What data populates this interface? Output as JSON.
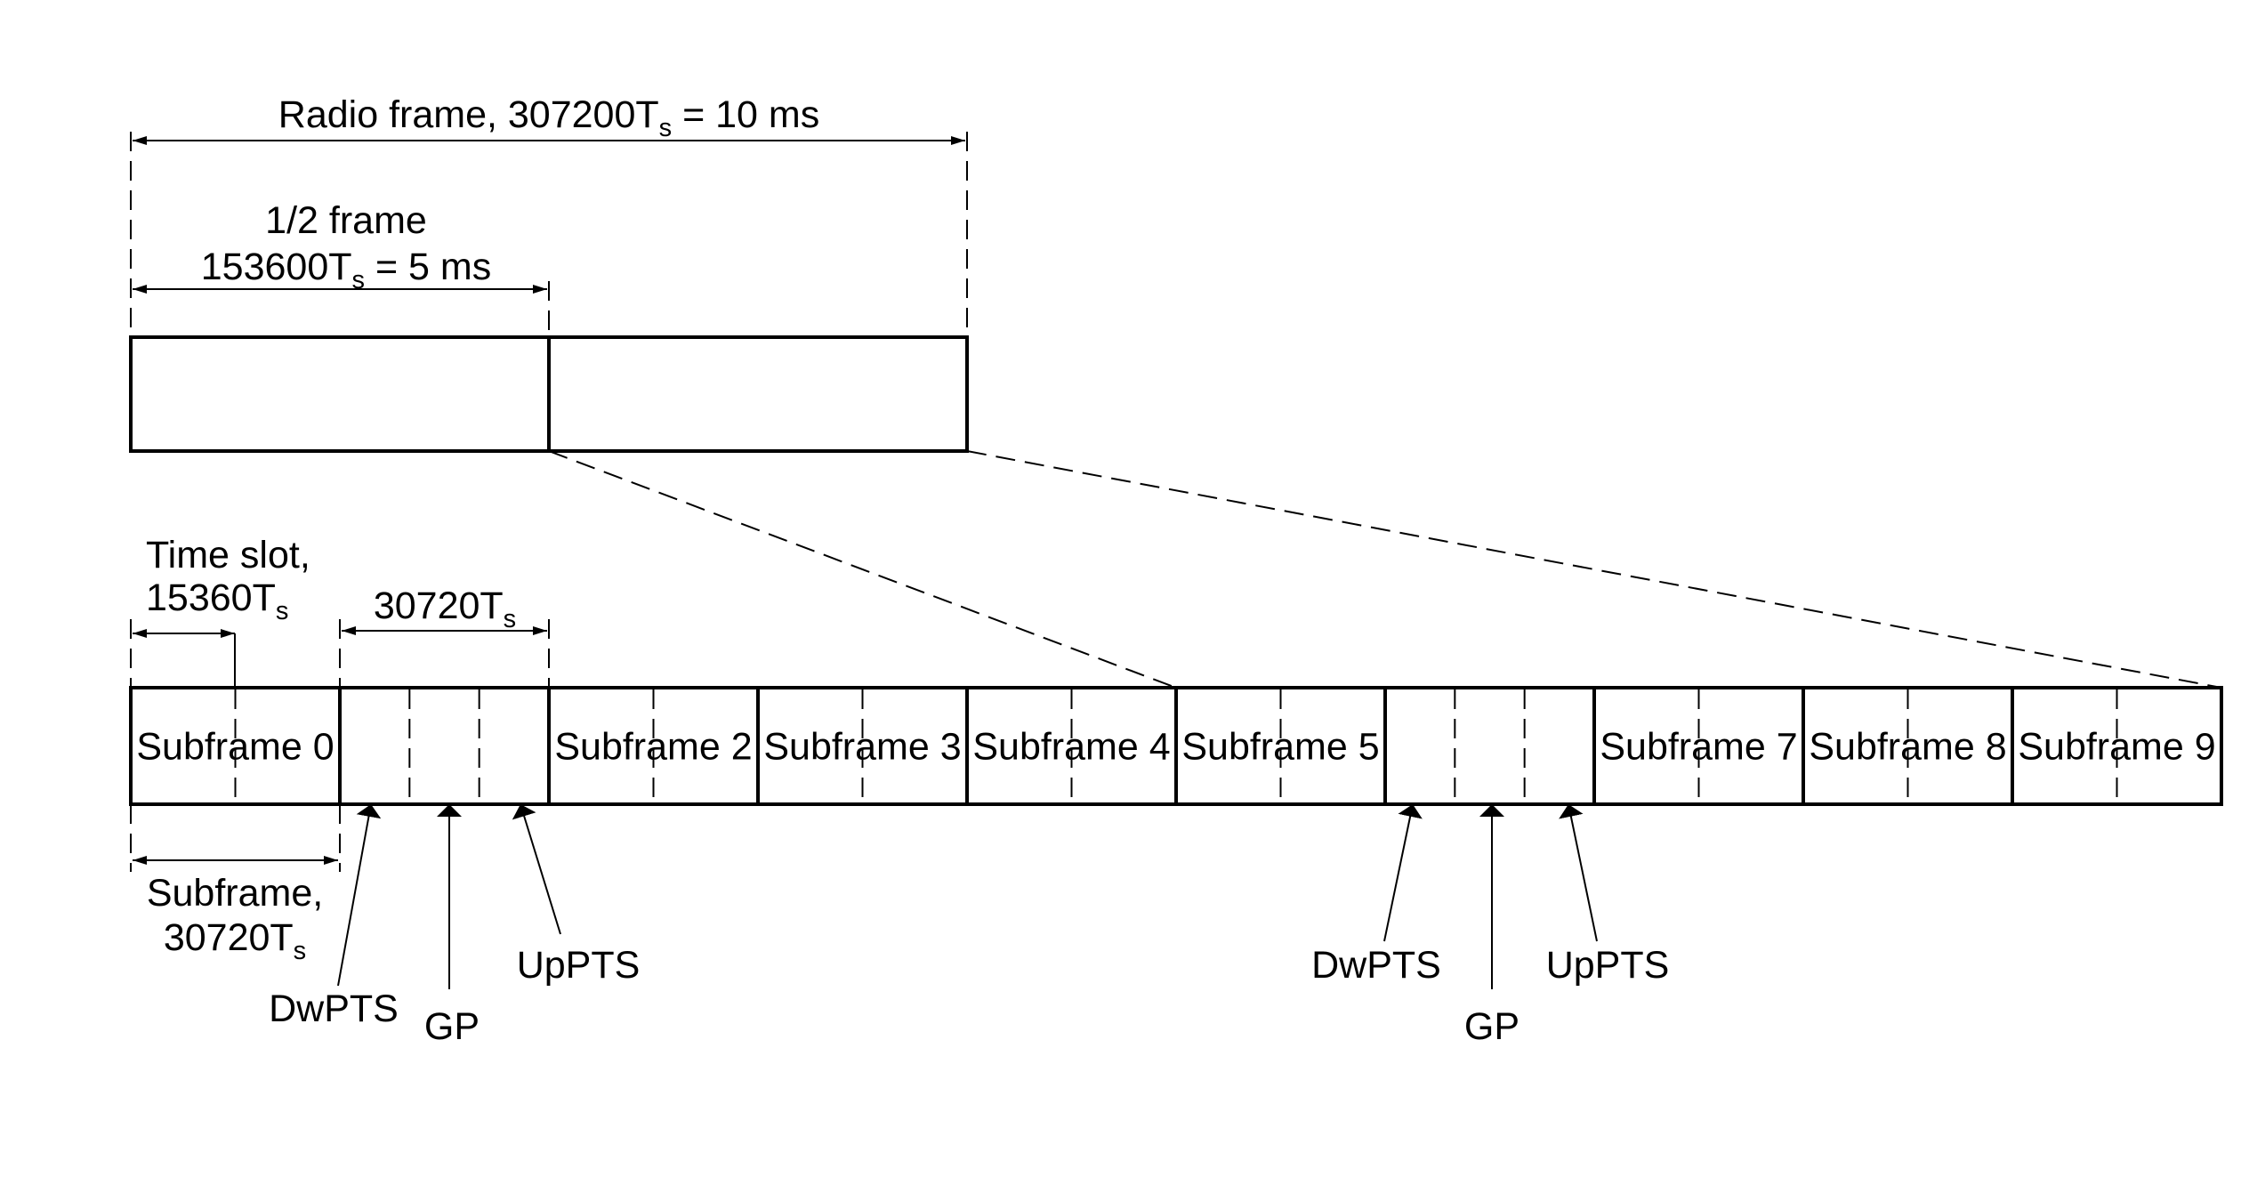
{
  "labels": {
    "radio_frame": "Radio frame, 307200T",
    "radio_frame_sub": "s",
    "radio_frame_tail": " = 10 ms",
    "half_frame_line1": "1/2 frame",
    "half_frame_line2": "153600T",
    "half_frame_sub": "s",
    "half_frame_tail": " = 5 ms",
    "time_slot_line1": "Time slot,",
    "time_slot_line2": "15360T",
    "time_slot_sub": "s",
    "special_duration": "30720T",
    "special_duration_sub": "s",
    "subframe_line1": "Subframe,",
    "subframe_line2": "30720T",
    "subframe_sub": "s"
  },
  "subframes": [
    {
      "label": "Subframe 0",
      "special": false
    },
    {
      "label": "",
      "special": true
    },
    {
      "label": "Subframe 2",
      "special": false
    },
    {
      "label": "Subframe 3",
      "special": false
    },
    {
      "label": "Subframe 4",
      "special": false
    },
    {
      "label": "Subframe 5",
      "special": false
    },
    {
      "label": "",
      "special": true
    },
    {
      "label": "Subframe 7",
      "special": false
    },
    {
      "label": "Subframe 8",
      "special": false
    },
    {
      "label": "Subframe 9",
      "special": false
    }
  ],
  "special_fields": {
    "first": {
      "dwpts": "DwPTS",
      "gp": "GP",
      "uppts": "UpPTS"
    },
    "second": {
      "dwpts": "DwPTS",
      "gp": "GP",
      "uppts": "UpPTS"
    }
  }
}
